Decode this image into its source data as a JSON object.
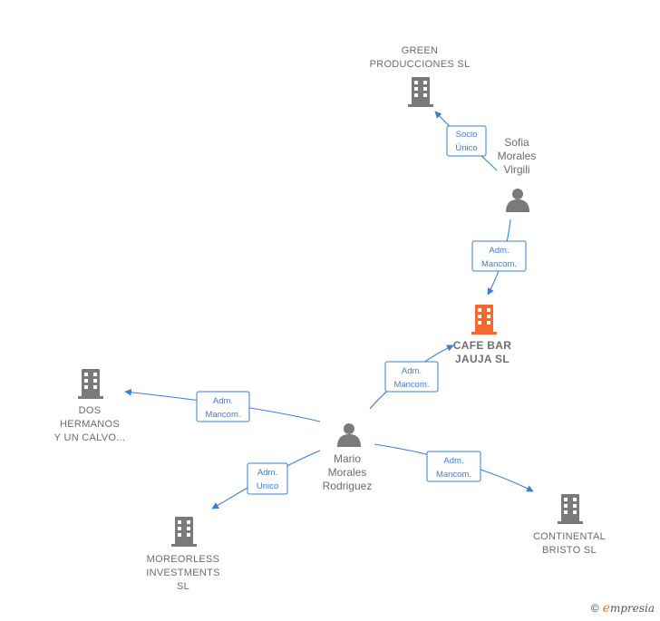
{
  "colors": {
    "edge": "#3a7fd0",
    "building": "#7a7a7a",
    "building_main": "#f26a2f",
    "person": "#7a7a7a"
  },
  "companies": {
    "green": {
      "lines": [
        "GREEN",
        "PRODUCCIONES SL"
      ],
      "icon": "building-icon"
    },
    "cafe": {
      "lines": [
        "CAFE BAR",
        "JAUJA  SL"
      ],
      "icon": "building-icon"
    },
    "dos": {
      "lines": [
        "DOS",
        "HERMANOS",
        "Y UN CALVO..."
      ],
      "icon": "building-icon"
    },
    "moreorless": {
      "lines": [
        "MOREORLESS",
        "INVESTMENTS",
        "SL"
      ],
      "icon": "building-icon"
    },
    "continental": {
      "lines": [
        "CONTINENTAL",
        "BRISTO  SL"
      ],
      "icon": "building-icon"
    }
  },
  "people": {
    "sofia": {
      "lines": [
        "Sofia",
        "Morales",
        "Virgili"
      ],
      "icon": "person-icon"
    },
    "mario": {
      "lines": [
        "Mario",
        "Morales",
        "Rodriguez"
      ],
      "icon": "person-icon"
    }
  },
  "relations": {
    "sofia_green": [
      "Socio",
      "Único"
    ],
    "sofia_cafe": [
      "Adm.",
      "Mancom."
    ],
    "mario_cafe": [
      "Adm.",
      "Mancom."
    ],
    "mario_dos": [
      "Adm.",
      "Mancom."
    ],
    "mario_more": [
      "Adm.",
      "Unico"
    ],
    "mario_cont": [
      "Adm.",
      "Mancom."
    ]
  },
  "footer": {
    "copyright": "©",
    "brand_first": "e",
    "brand_rest": "mpresia"
  }
}
